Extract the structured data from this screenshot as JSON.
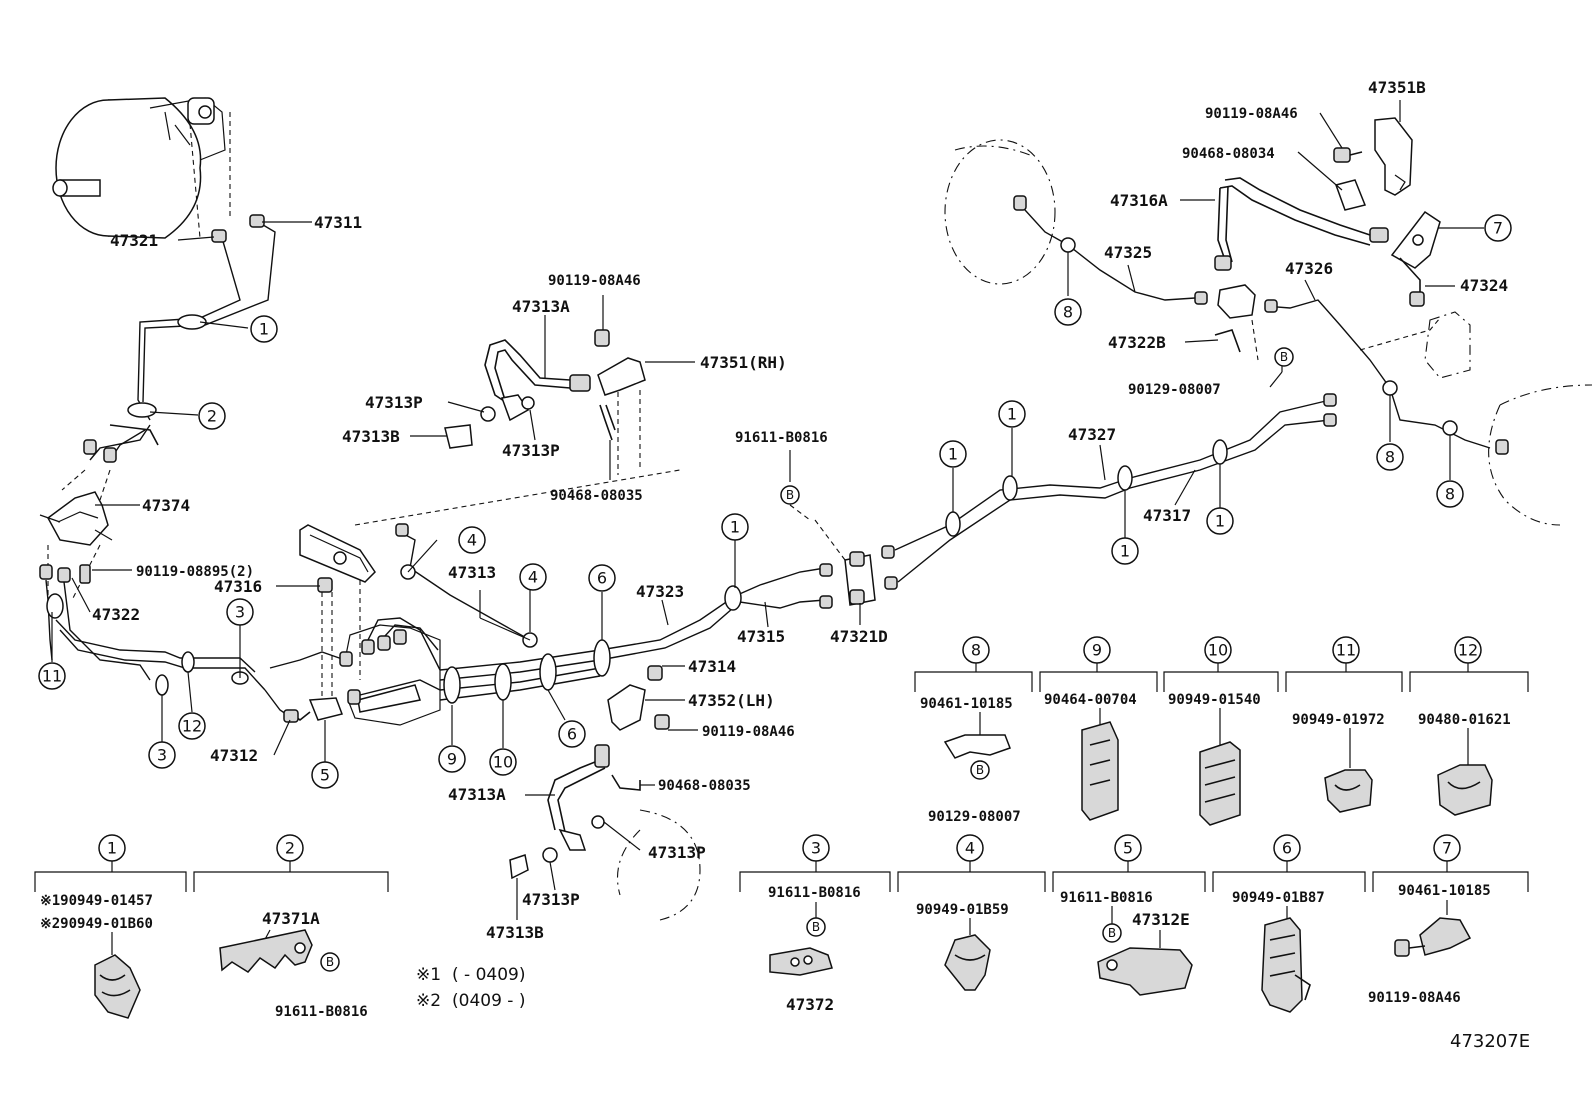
{
  "labels": {
    "p47311": "47311",
    "p47321": "47321",
    "p47374": "47374",
    "p90119_08895": "90119-08895(2)",
    "p47322": "47322",
    "p47316": "47316",
    "p47312": "47312",
    "p47313a_top": "47313A",
    "p90119_08a46_top": "90119-08A46",
    "p47351rh": "47351(RH)",
    "p47313p_a": "47313P",
    "p47313b_a": "47313B",
    "p47313p_b": "47313P",
    "p90468_08035_top": "90468-08035",
    "p91611_b0816_mid": "91611-B0816",
    "p47313": "47313",
    "p47323": "47323",
    "p47315": "47315",
    "p47321d": "47321D",
    "p47314": "47314",
    "p47352lh": "47352(LH)",
    "p90119_08a46_mid": "90119-08A46",
    "p90468_08035_mid": "90468-08035",
    "p47313a_bot": "47313A",
    "p47313p_c": "47313P",
    "p47313p_d": "47313P",
    "p47313b_b": "47313B",
    "p47327": "47327",
    "p47317": "47317",
    "p47325": "47325",
    "p47316a": "47316A",
    "p47322b": "47322B",
    "p90129_08007_top": "90129-08007",
    "p47326": "47326",
    "p47324": "47324",
    "p47351b": "47351B",
    "p90119_08a46_tr": "90119-08A46",
    "p90468_08034": "90468-08034"
  },
  "legend": {
    "c1_line1": "※190949-01457",
    "c1_line2": "※290949-01B60",
    "c2_part": "47371A",
    "c2_sub": "91611-B0816",
    "c3_part": "91611-B0816",
    "c3_sub": "47372",
    "c4_part": "90949-01B59",
    "c5_part": "91611-B0816",
    "c5_sub": "47312E",
    "c6_part": "90949-01B87",
    "c7_part": "90461-10185",
    "c7_sub": "90119-08A46",
    "c8_part": "90461-10185",
    "c8_sub": "90129-08007",
    "c9_part": "90464-00704",
    "c10_part": "90949-01540",
    "c11_part": "90949-01972",
    "c12_part": "90480-01621"
  },
  "circled": {
    "n1": "1",
    "n2": "2",
    "n3": "3",
    "n4": "4",
    "n5": "5",
    "n6": "6",
    "n7": "7",
    "n8": "8",
    "n9": "9",
    "n10": "10",
    "n11": "11",
    "n12": "12",
    "b": "B"
  },
  "notes": {
    "note1_mark": "※1",
    "note1_range": "(    -  0409)",
    "note2_mark": "※2",
    "note2_range": "(0409 -      )"
  },
  "figure_id": "473207E"
}
